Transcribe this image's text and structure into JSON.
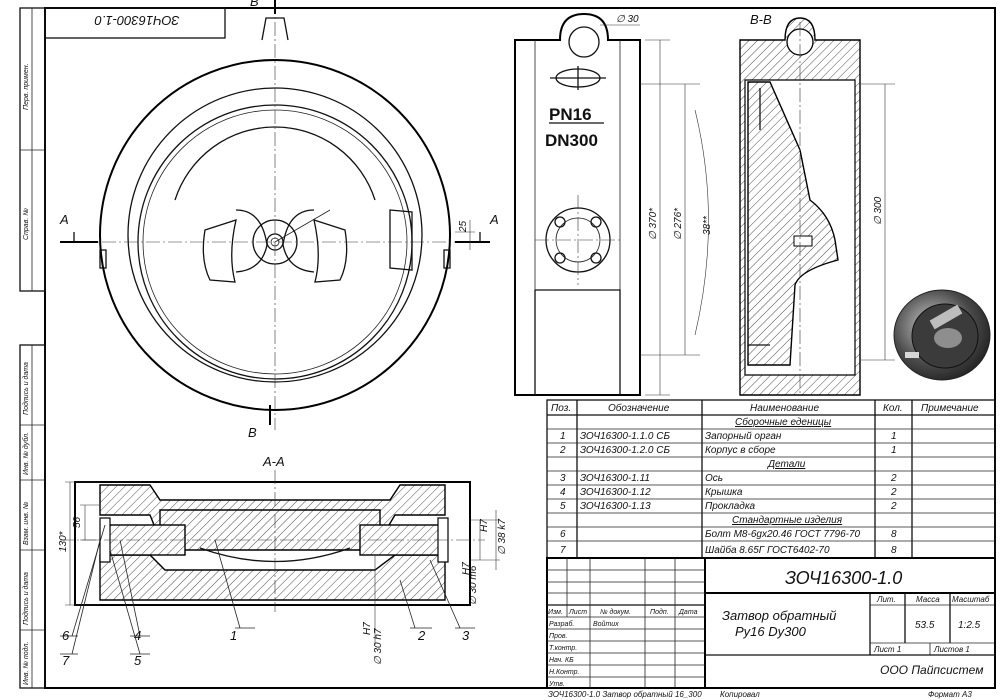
{
  "drawing_code_stamp": "ЗОЧ16300-1.0",
  "side_margin_labels": [
    "Перв. примен.",
    "Справ. №",
    "Подпись и дата",
    "Инв. № дубл.",
    "Взам. инв. №",
    "Подпись и дата",
    "Инв. № подл."
  ],
  "views": {
    "section_label_top": "B",
    "section_label_bottom": "B",
    "cut_label_left": "A",
    "cut_label_right": "A",
    "section_aa_title": "А-А",
    "section_bb_title": "B-B"
  },
  "front_body": {
    "marking_pressure": "PN16",
    "marking_diameter": "DN300",
    "dim_hole": "∅ 30",
    "dim_outer": "∅ 370*",
    "dim_inner": "∅ 276*",
    "dim_arc": "38**"
  },
  "main_view_dims": {
    "offset": "25"
  },
  "section_bb_dims": {
    "bore": "∅ 300"
  },
  "section_aa_dims": {
    "height": "130*",
    "inner_height": "56",
    "hole_bottom": "∅ 30 h7",
    "hole_bottom_sub": "H7",
    "hole_right_1": "∅ 30 m6",
    "hole_right_1_sub": "H7",
    "hole_right_2": "∅ 38 k7",
    "hole_right_2_sub": "H7"
  },
  "callouts": {
    "c1": "1",
    "c2": "2",
    "c3": "3",
    "c4": "4",
    "c5": "5",
    "c6": "6",
    "c7": "7"
  },
  "spec_table": {
    "headers": {
      "pos": "Поз.",
      "designation": "Обозначение",
      "name": "Наименование",
      "qty": "Кол.",
      "note": "Примечание"
    },
    "sections": [
      {
        "title": "Сборочные еденицы",
        "rows": [
          {
            "pos": "1",
            "designation": "ЗОЧ16300-1.1.0 СБ",
            "name": "Запорный орган",
            "qty": "1"
          },
          {
            "pos": "2",
            "designation": "ЗОЧ16300-1.2.0 СБ",
            "name": "Корпус в сборе",
            "qty": "1"
          }
        ]
      },
      {
        "title": "Детали",
        "rows": [
          {
            "pos": "3",
            "designation": "ЗОЧ16300-1.11",
            "name": "Ось",
            "qty": "2"
          },
          {
            "pos": "4",
            "designation": "ЗОЧ16300-1.12",
            "name": "Крышка",
            "qty": "2"
          },
          {
            "pos": "5",
            "designation": "ЗОЧ16300-1.13",
            "name": "Прокладка",
            "qty": "2"
          }
        ]
      },
      {
        "title": "Стандартные изделия",
        "rows": [
          {
            "pos": "6",
            "designation": "",
            "name": "Болт М8-6gx20.46 ГОСТ 7796-70",
            "qty": "8"
          },
          {
            "pos": "7",
            "designation": "",
            "name": "Шайба 8.65Г ГОСТ6402-70",
            "qty": "8"
          }
        ]
      }
    ]
  },
  "title_block": {
    "doc_code": "ЗОЧ16300-1.0",
    "product_name_line1": "Затвор обратный",
    "product_name_line2": "Ру16 Dу300",
    "col_lit": "Лит.",
    "col_mass": "Масса",
    "col_scale": "Масштаб",
    "mass_value": "53.5",
    "scale_value": "1:2.5",
    "sheet": "Лист 1",
    "sheets": "Листов 1",
    "company": "ООО Пайпсистем",
    "rev_headers": {
      "izm": "Изм.",
      "list": "Лист",
      "doc": "№ докум.",
      "sign": "Подп.",
      "date": "Дата"
    },
    "roles": [
      {
        "role": "Разраб.",
        "name": "Войтих"
      },
      {
        "role": "Пров.",
        "name": ""
      },
      {
        "role": "Т.контр.",
        "name": ""
      },
      {
        "role": "Нач. КБ",
        "name": ""
      },
      {
        "role": "Н.Контр.",
        "name": ""
      },
      {
        "role": "Утв.",
        "name": ""
      }
    ]
  },
  "footer": {
    "file_name": "ЗОЧ16300-1.0  Затвор обратный 16_300",
    "copied": "Копировал",
    "format": "Формат А3"
  }
}
